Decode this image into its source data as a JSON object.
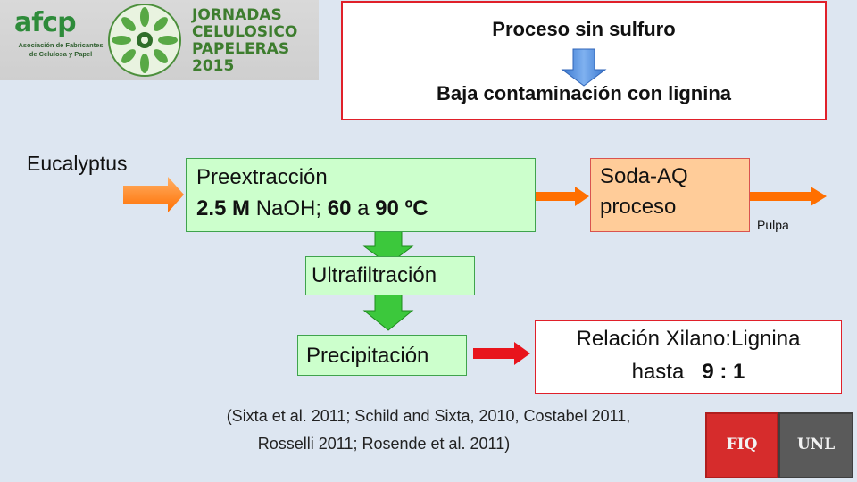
{
  "header": {
    "org_logo_word": "afcp",
    "org_logo_sub_1": "Asociación de Fabricantes",
    "org_logo_sub_2": "de Celulosa y Papel",
    "event_line_1": "JORNADAS",
    "event_line_2": "CELULOSICO",
    "event_line_3": "PAPELERAS",
    "event_year": "2015"
  },
  "summary": {
    "line1": "Proceso sin sulfuro",
    "line2": "Baja contaminación con lignina"
  },
  "flow": {
    "input": "Eucalyptus",
    "preextraction": {
      "title": "Preextracción",
      "cond_molar": "2.5 M",
      "cond_reagent": " NaOH; ",
      "cond_t1": "60",
      "cond_a": " a ",
      "cond_t2": "90 ºC"
    },
    "soda": {
      "line1": "Soda-AQ",
      "line2": "proceso"
    },
    "output": "Pulpa",
    "ultrafiltration": "Ultrafiltración",
    "precipitation": "Precipitación",
    "ratio": {
      "line1": "Relación Xilano:Lignina",
      "prefix": "hasta ",
      "value": "9 : 1"
    }
  },
  "citation": {
    "line1": "(Sixta et al. 2011; Schild and Sixta, 2010, Costabel 2011,",
    "line2": "Rosselli 2011; Rosende et al. 2011)"
  },
  "badges": {
    "fiq": "FIQ",
    "unl": "UNL"
  },
  "colors": {
    "background": "#dde6f1",
    "box_green": "#ccffcc",
    "box_orange": "#ffcc99",
    "border_red": "#e0202a",
    "arrow_orange": "#ff7f1a",
    "arrow_green": "#3cc83c",
    "arrow_red": "#e8141c",
    "arrow_blue": "#4f8fe0"
  }
}
